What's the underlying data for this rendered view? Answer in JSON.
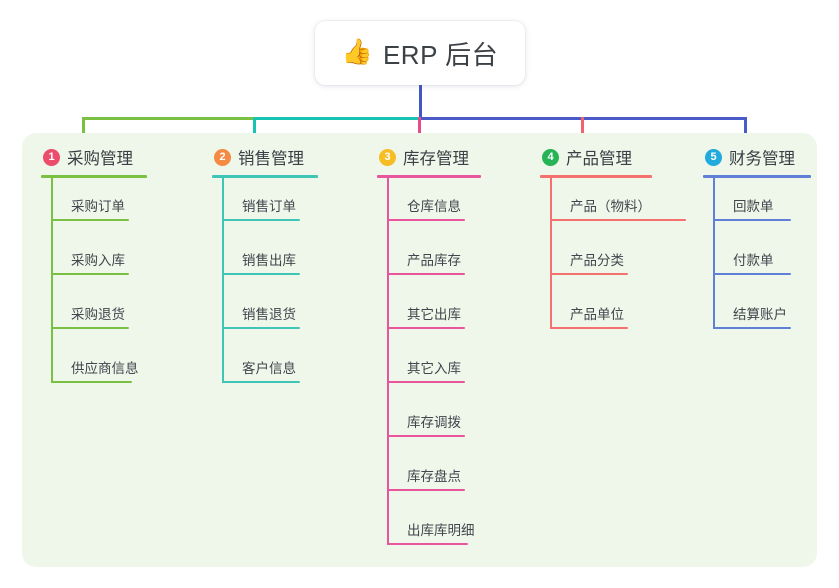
{
  "root": {
    "icon": "thumbs-up-icon",
    "icon_glyph": "👍",
    "title": "ERP 后台"
  },
  "theme": {
    "panel_bg": "#eff7ea",
    "card_bg": "#ffffff",
    "text": "#3a4046",
    "root_connector": "#4455c4"
  },
  "connectors": {
    "segments": [
      {
        "name": "bar-green",
        "color": "#7ac143"
      },
      {
        "name": "bar-teal",
        "color": "#17c3b2"
      },
      {
        "name": "bar-blue",
        "color": "#4a5ac8"
      }
    ],
    "drops": [
      {
        "name": "drop-purchase",
        "color": "#7ac143"
      },
      {
        "name": "drop-sales",
        "color": "#17c3b2"
      },
      {
        "name": "drop-inventory",
        "color": "#e84d8a"
      },
      {
        "name": "drop-product",
        "color": "#f2636b"
      },
      {
        "name": "drop-finance",
        "color": "#4a5ac8"
      }
    ]
  },
  "columns": [
    {
      "id": "purchase",
      "number": "1",
      "title": "采购管理",
      "badge_color": "#ec4d6b",
      "line_color": "#7ac143",
      "items": [
        {
          "label": "采购订单"
        },
        {
          "label": "采购入库"
        },
        {
          "label": "采购退货"
        },
        {
          "label": "供应商信息"
        }
      ]
    },
    {
      "id": "sales",
      "number": "2",
      "title": "销售管理",
      "badge_color": "#f58a42",
      "line_color": "#3ec5b5",
      "items": [
        {
          "label": "销售订单"
        },
        {
          "label": "销售出库"
        },
        {
          "label": "销售退货"
        },
        {
          "label": "客户信息"
        }
      ]
    },
    {
      "id": "inventory",
      "number": "3",
      "title": "库存管理",
      "badge_color": "#f6bd24",
      "line_color": "#e8559c",
      "items": [
        {
          "label": "仓库信息"
        },
        {
          "label": "产品库存"
        },
        {
          "label": "其它出库"
        },
        {
          "label": "其它入库"
        },
        {
          "label": "库存调拨"
        },
        {
          "label": "库存盘点"
        },
        {
          "label": "出库库明细"
        }
      ]
    },
    {
      "id": "product",
      "number": "4",
      "title": "产品管理",
      "badge_color": "#27b456",
      "line_color": "#f4716f",
      "items": [
        {
          "label": "产品（物料）"
        },
        {
          "label": "产品分类"
        },
        {
          "label": "产品单位"
        }
      ]
    },
    {
      "id": "finance",
      "number": "5",
      "title": "财务管理",
      "badge_color": "#23aadd",
      "line_color": "#5f80d6",
      "items": [
        {
          "label": "回款单"
        },
        {
          "label": "付款单"
        },
        {
          "label": "结算账户"
        }
      ]
    }
  ]
}
